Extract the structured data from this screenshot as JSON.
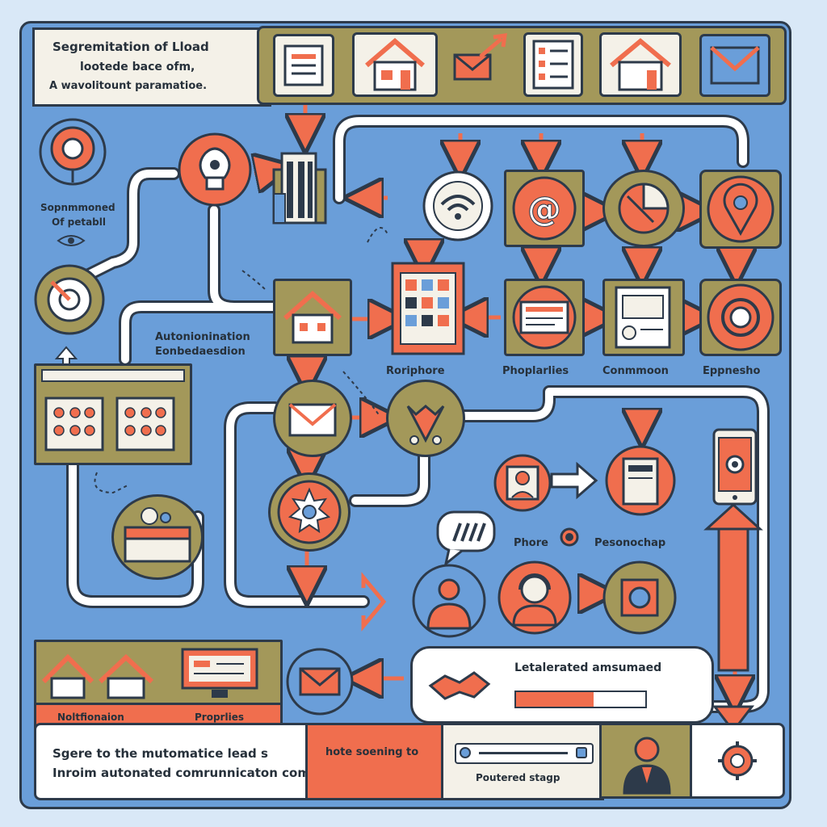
{
  "header": {
    "title_line1": "Segremitation of Lload",
    "title_line2": "lootede bace ofm,",
    "title_line3": "A wavolitount paramatioe."
  },
  "left_panel": {
    "caption_line1": "Sopnmmoned",
    "caption_line2": "Of petabll"
  },
  "labels": {
    "automation_line1": "Autonionination",
    "automation_line2": "Eonbedaesdion",
    "col1": "Roriphore",
    "col2": "Phoplarlies",
    "col3": "Conmmoon",
    "col4": "Eppnesho",
    "phore": "Phore",
    "personal": "Pesonochap",
    "elevated": "Letalerated amsumaed",
    "bottom_left": "Noltfionaion",
    "bottom_mid": "Proprlies",
    "bottom_caption_line1": "Sgere to the mutomatice lead s",
    "bottom_caption_line2": "Inroim autonated comrunnicaton comnages.",
    "note_line": "hote soening to",
    "footer_stage": "Poutered stagp"
  },
  "colors": {
    "board": "#6a9ed9",
    "accent": "#f06e4e",
    "olive": "#a3985a",
    "outline": "#2d3a4a",
    "paper": "#f4f1e8"
  },
  "icons": [
    "form-icon",
    "house-icon",
    "email-send-icon",
    "checklist-icon",
    "house-icon",
    "mail-icon",
    "target-icon",
    "lightbulb-icon",
    "building-icon",
    "wifi-icon",
    "at-sign-icon",
    "pie-chart-icon",
    "location-pin-icon",
    "property-grid-icon",
    "screen-icon",
    "document-icon",
    "gauge-icon",
    "envelope-icon",
    "fox-icon",
    "puzzle-icon",
    "phone-icon",
    "person-icon",
    "tablet-icon",
    "chat-bubble-icon",
    "headset-person-icon",
    "gear-icon",
    "handshake-icon",
    "houses-icon",
    "monitor-icon",
    "agent-icon",
    "settings-icon"
  ]
}
